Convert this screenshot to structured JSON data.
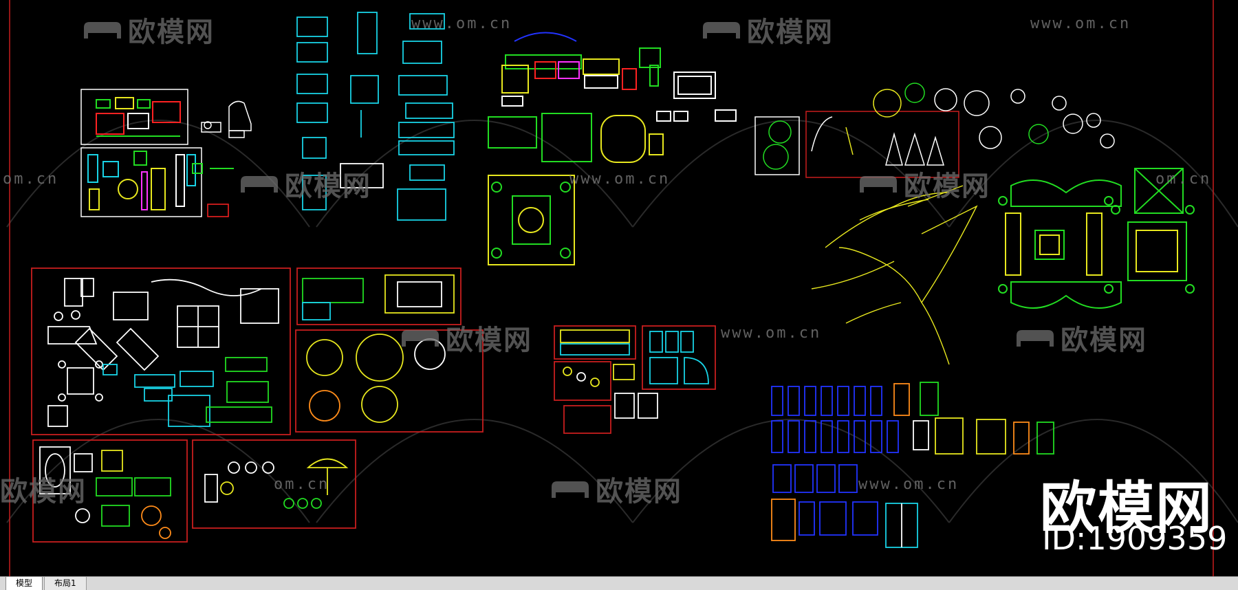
{
  "watermark": {
    "brand": "欧模网",
    "url": "www.om.cn",
    "url_short": "om.cn"
  },
  "stamp": {
    "brand": "欧模网",
    "id_text": "ID:1909359"
  },
  "tabs": [
    {
      "label": "模型",
      "active": true
    },
    {
      "label": "布局1",
      "active": false
    }
  ],
  "colors": {
    "background": "#000000",
    "frame": "#c81e1e",
    "white": "#ffffff",
    "cyan": "#19d3e6",
    "yellow": "#e8e81e",
    "green": "#22dd22",
    "red": "#ff2222",
    "magenta": "#ff33ff",
    "blue": "#2233ff",
    "orange": "#ff8c1a"
  }
}
